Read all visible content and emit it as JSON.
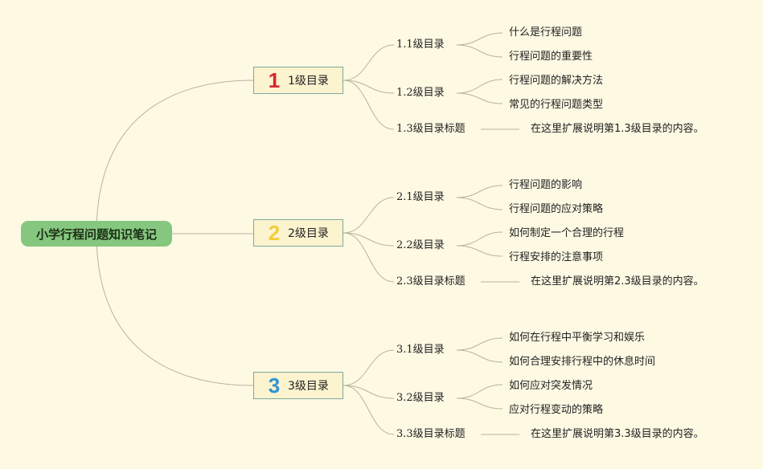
{
  "root": {
    "label": "小学行程问题知识笔记"
  },
  "colors": {
    "background": "#fdf9e3",
    "root_fill": "#86c77f",
    "branch_fill": "#fcf3cf",
    "branch_border": "#7fa89a",
    "connector": "#b8b3a0"
  },
  "branches": [
    {
      "number": "1",
      "number_color": "#d8262f",
      "label": "1级目录",
      "children": [
        {
          "label": "1.1级目录",
          "leaves": [
            "什么是行程问题",
            "行程问题的重要性"
          ]
        },
        {
          "label": "1.2级目录",
          "leaves": [
            "行程问题的解决方法",
            "常见的行程问题类型"
          ]
        },
        {
          "label": "1.3级目录标题",
          "leaves": [
            "在这里扩展说明第1.3级目录的内容。"
          ]
        }
      ]
    },
    {
      "number": "2",
      "number_color": "#f3cd3b",
      "label": "2级目录",
      "children": [
        {
          "label": "2.1级目录",
          "leaves": [
            "行程问题的影响",
            "行程问题的应对策略"
          ]
        },
        {
          "label": "2.2级目录",
          "leaves": [
            "如何制定一个合理的行程",
            "行程安排的注意事项"
          ]
        },
        {
          "label": "2.3级目录标题",
          "leaves": [
            "在这里扩展说明第2.3级目录的内容。"
          ]
        }
      ]
    },
    {
      "number": "3",
      "number_color": "#2d95d3",
      "label": "3级目录",
      "children": [
        {
          "label": "3.1级目录",
          "leaves": [
            "如何在行程中平衡学习和娱乐",
            "如何合理安排行程中的休息时间"
          ]
        },
        {
          "label": "3.2级目录",
          "leaves": [
            "如何应对突发情况",
            "应对行程变动的策略"
          ]
        },
        {
          "label": "3.3级目录标题",
          "leaves": [
            "在这里扩展说明第3.3级目录的内容。"
          ]
        }
      ]
    }
  ]
}
